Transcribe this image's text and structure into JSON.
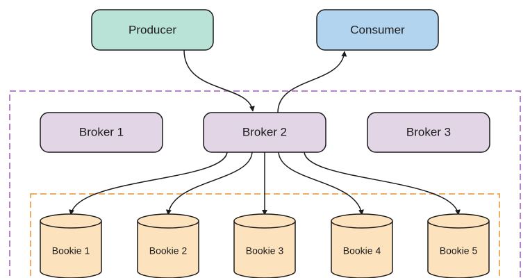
{
  "producer": {
    "label": "Producer",
    "color": "#b9e3d7"
  },
  "consumer": {
    "label": "Consumer",
    "color": "#b3d4ef"
  },
  "brokers": [
    {
      "label": "Broker 1"
    },
    {
      "label": "Broker 2"
    },
    {
      "label": "Broker 3"
    }
  ],
  "bookies": [
    {
      "label": "Bookie 1"
    },
    {
      "label": "Bookie 2"
    },
    {
      "label": "Bookie 3"
    },
    {
      "label": "Bookie 4"
    },
    {
      "label": "Bookie 5"
    }
  ],
  "colors": {
    "broker_fill": "#e2d5e6",
    "bookie_fill": "#fde3bd",
    "broker_cluster_border": "#9b59b6",
    "bookie_cluster_border": "#e8902a",
    "stroke": "#1a1a1a"
  }
}
